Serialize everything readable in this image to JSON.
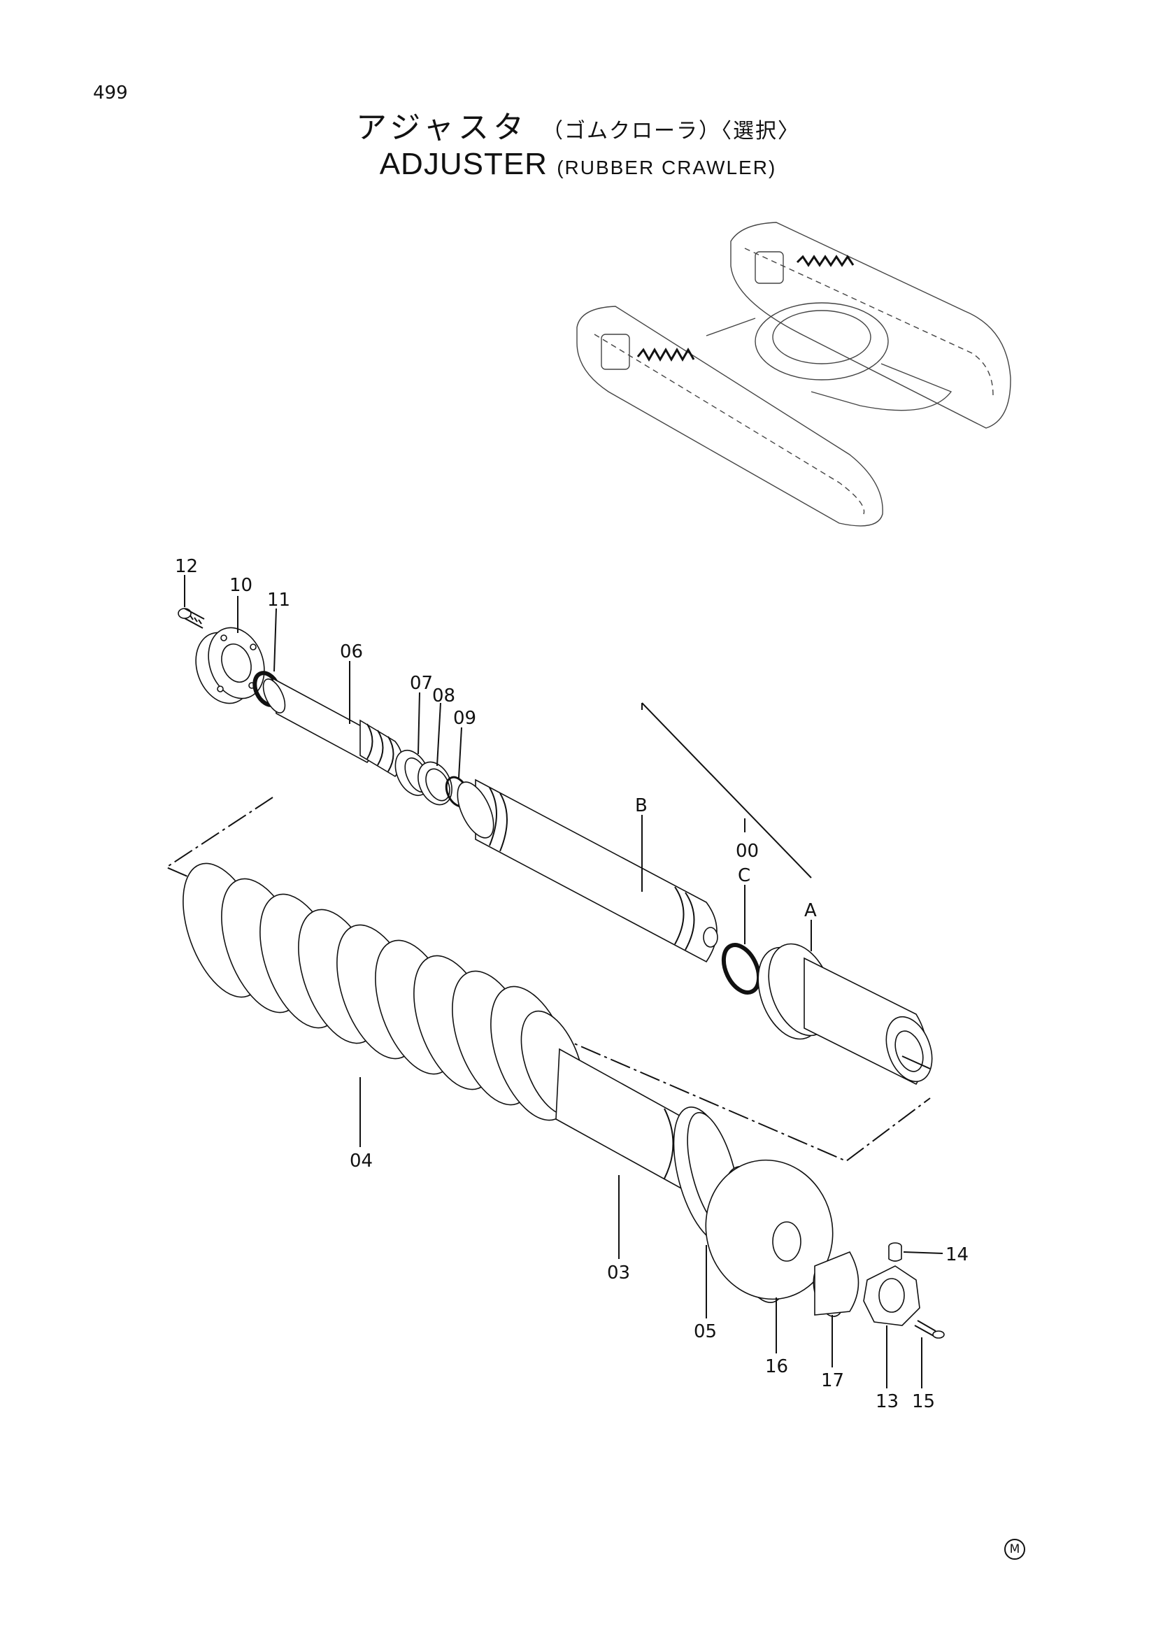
{
  "page_number": "499",
  "title": {
    "ja_main": "アジャスタ",
    "ja_sub": "（ゴムクローラ）〈選択〉",
    "en_main": "ADJUSTER",
    "en_sub": "(RUBBER CRAWLER)"
  },
  "callouts": {
    "c12": "12",
    "c10": "10",
    "c11": "11",
    "c06": "06",
    "c07": "07",
    "c08": "08",
    "c09": "09",
    "cB": "B",
    "c00": "00",
    "cC": "C",
    "cA": "A",
    "c04": "04",
    "c03": "03",
    "c05": "05",
    "c16": "16",
    "c17": "17",
    "c13": "13",
    "c14": "14",
    "c15": "15"
  },
  "mark": "M"
}
